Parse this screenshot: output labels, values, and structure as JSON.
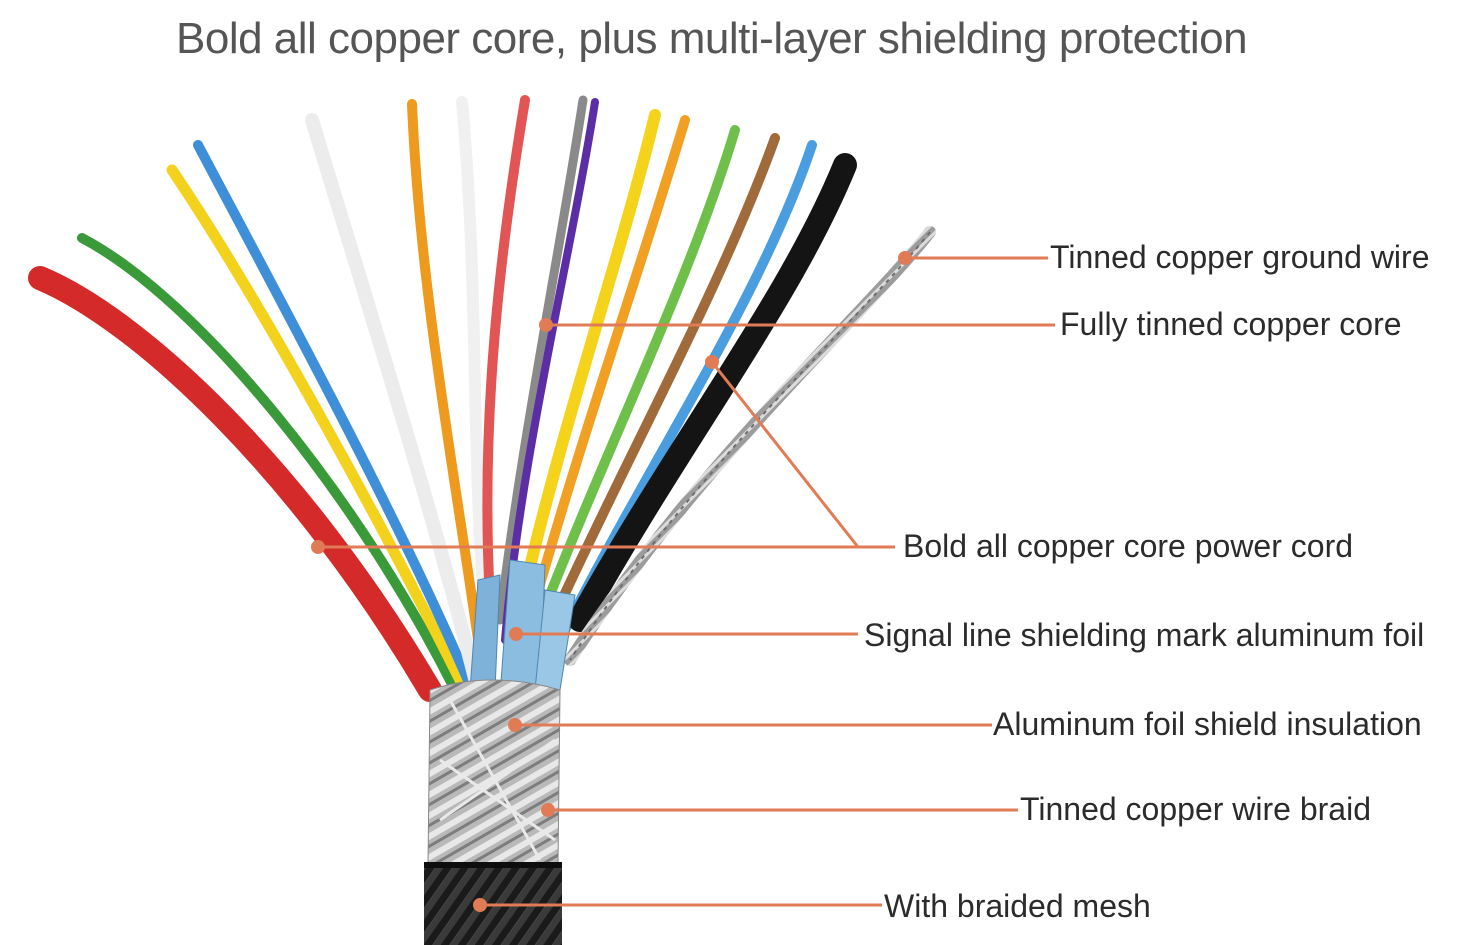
{
  "title": "Bold all copper core, plus multi-layer shielding protection",
  "callout_color": "#e07b55",
  "callouts": [
    {
      "id": "ground-wire",
      "label": "Tinned copper ground wire"
    },
    {
      "id": "tinned-core",
      "label": "Fully tinned copper core"
    },
    {
      "id": "power-cord",
      "label": "Bold all copper core power cord"
    },
    {
      "id": "signal-foil",
      "label": "Signal line shielding mark aluminum foil"
    },
    {
      "id": "foil-insulation",
      "label": "Aluminum foil shield insulation"
    },
    {
      "id": "wire-braid",
      "label": "Tinned copper wire braid"
    },
    {
      "id": "braided-mesh",
      "label": "With braided mesh"
    }
  ],
  "wires": [
    {
      "name": "red-wire",
      "color": "#d42a2a"
    },
    {
      "name": "green-wire",
      "color": "#3a9a3a"
    },
    {
      "name": "yellow-wire",
      "color": "#f2d21c"
    },
    {
      "name": "blue-wire",
      "color": "#3f8fd8"
    },
    {
      "name": "white-wire",
      "color": "#ececec"
    },
    {
      "name": "orange-wire",
      "color": "#ee9a1e"
    },
    {
      "name": "white-wire-2",
      "color": "#f0f0f0"
    },
    {
      "name": "pink-red-wire",
      "color": "#e25555"
    },
    {
      "name": "gray-shield-wire",
      "color": "#8a8a8a"
    },
    {
      "name": "purple-wire",
      "color": "#5b2ea6"
    },
    {
      "name": "yellow-wire-2",
      "color": "#f5d31a"
    },
    {
      "name": "orange-wire-2",
      "color": "#f1a024"
    },
    {
      "name": "light-green-wire",
      "color": "#6fc04a"
    },
    {
      "name": "brown-wire",
      "color": "#a06a3a"
    },
    {
      "name": "light-blue-wire",
      "color": "#4a9ee0"
    },
    {
      "name": "black-wire",
      "color": "#141414"
    }
  ]
}
